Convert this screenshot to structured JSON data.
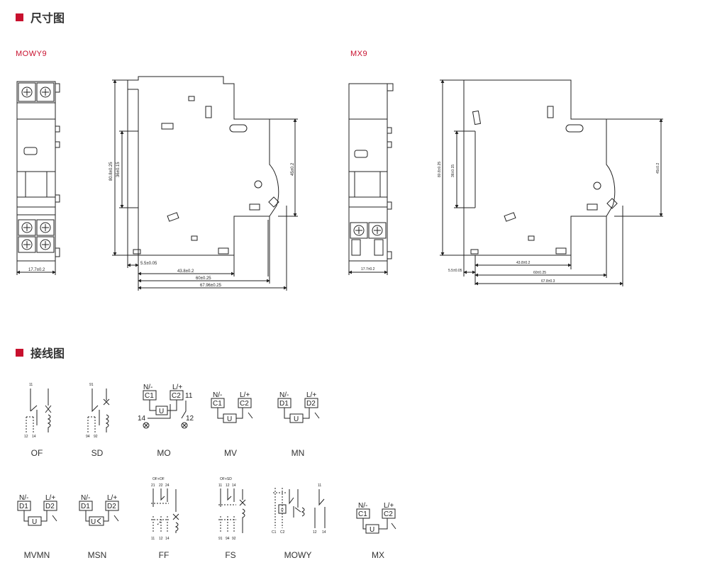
{
  "colors": {
    "accent": "#c8102e",
    "line": "#222222"
  },
  "sections": {
    "dimensions": {
      "title": "尺寸图"
    },
    "wiring": {
      "title": "接线图"
    }
  },
  "models": {
    "left": "MOWY9",
    "right": "MX9"
  },
  "dims_left": {
    "width_front": "17.7±0.2",
    "h_total": "80.8±0.25",
    "h_inner": "36±0.15",
    "h_right": "45±0.2",
    "d1": "5.5±0.05",
    "d2": "43.8±0.2",
    "d3": "60±0.25",
    "d4": "67.96±0.25"
  },
  "dims_right": {
    "width_front": "17.7±0.2",
    "h_total": "80.8±0.25",
    "h_inner": "36±0.15",
    "h_right": "45±0.2",
    "d1": "5.5±0.05",
    "d2": "43.8±0.2",
    "d3": "60±0.25",
    "d4": "67.8±0.3"
  },
  "terminals": {
    "n": "N/-",
    "l": "L/+",
    "c1": "C1",
    "c2": "C2",
    "d1": "D1",
    "d2": "D2",
    "u": "U",
    "t11": "11",
    "t12": "12",
    "t14": "14",
    "t91": "91",
    "t92": "92",
    "t94": "94",
    "t21": "21",
    "t22": "22",
    "t24": "24",
    "of_of": "OF+OF",
    "of_sd": "OF+SD"
  },
  "wiring_labels": {
    "of": "OF",
    "sd": "SD",
    "mo": "MO",
    "mv": "MV",
    "mn": "MN",
    "mvmn": "MVMN",
    "msn": "MSN",
    "ff": "FF",
    "fs": "FS",
    "mowy": "MOWY",
    "mx": "MX"
  }
}
